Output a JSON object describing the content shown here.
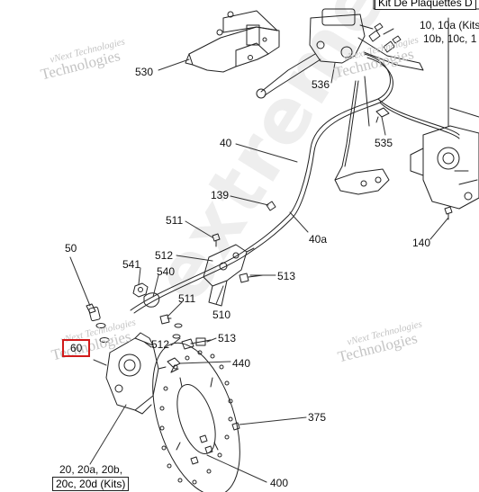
{
  "header": {
    "kit_label": "Kit De Plaquettes D",
    "kit_parts_line1": "10, 10a (Kits",
    "kit_parts_line2": "10b, 10c, 1"
  },
  "callouts": {
    "p530": "530",
    "p536": "536",
    "p535": "535",
    "p40": "40",
    "p139": "139",
    "p40a": "40a",
    "p140": "140",
    "p511a": "511",
    "p512a": "512",
    "p541": "541",
    "p540": "540",
    "p513a": "513",
    "p50": "50",
    "p511b": "511",
    "p510": "510",
    "p60": "60",
    "p512b": "512",
    "p513b": "513",
    "p440": "440",
    "p375": "375",
    "p400": "400",
    "p20_line1": "20, 20a, 20b,",
    "p20_line2": "20c, 20d (Kits)"
  },
  "watermarks": {
    "line1": "vNext Technologies",
    "line2": "Technologies",
    "big": "extremeti"
  },
  "highlight": {
    "part": "60",
    "color": "#d11a1a"
  }
}
